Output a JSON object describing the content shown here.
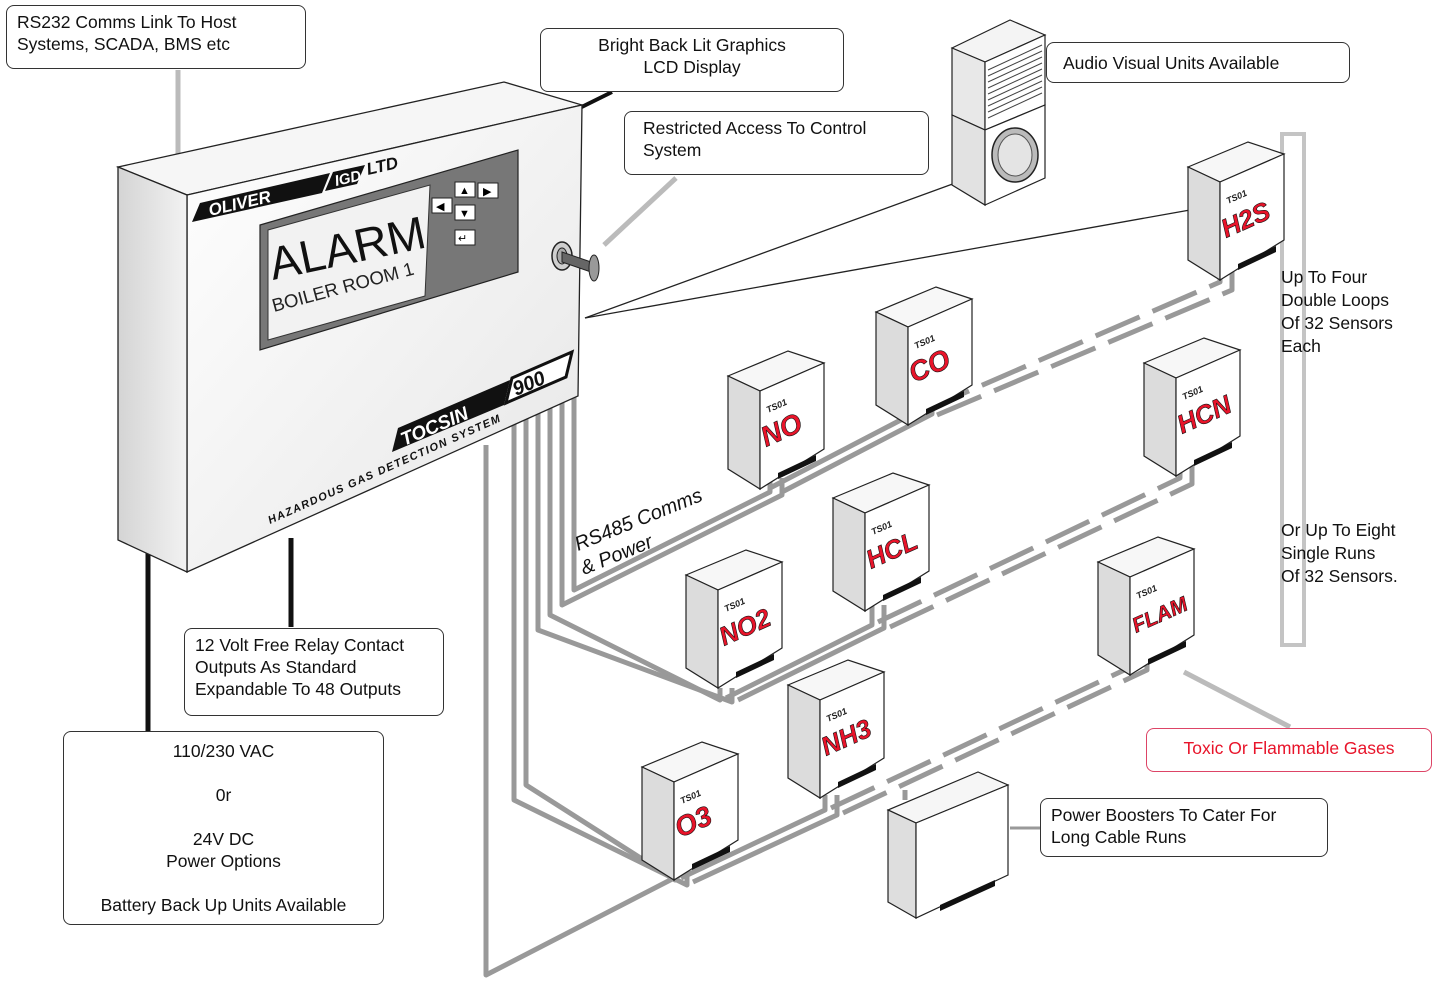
{
  "callouts": {
    "rs232": "RS232 Comms Link To Host\nSystems,    SCADA, BMS etc",
    "lcd": "Bright Back Lit Graphics\nLCD Display",
    "access": "Restricted Access To Control\nSystem",
    "audio": "Audio Visual Units Available",
    "relay": "12 Volt Free Relay Contact\nOutputs As Standard\nExpandable To 48 Outputs",
    "power_options": "110/230 VAC\n\n0r\n\n24V DC\nPower Options\n\nBattery Back Up Units Available",
    "toxic": "Toxic Or Flammable Gases",
    "boosters": "Power Boosters To Cater For\nLong Cable Runs"
  },
  "loops_text": {
    "double": "Up To Four\nDouble Loops\nOf 32 Sensors\nEach",
    "single": "Or Up To Eight\nSingle Runs\nOf 32 Sensors."
  },
  "panel": {
    "brand_oliver": "OLIVER",
    "brand_igd": "IGD",
    "brand_ltd": "LTD",
    "lcd_line1": "ALARM",
    "lcd_line2": "BOILER ROOM 1",
    "model_tocsin": "TOCSIN",
    "model_number": "900",
    "subtitle": "HAZARDOUS GAS DETECTION SYSTEM"
  },
  "cable_label": {
    "line1": "RS485 Comms",
    "line2": "& Power"
  },
  "sensor_model": "TS01",
  "sensors": [
    {
      "id": "h2s",
      "gas": "H2S"
    },
    {
      "id": "co",
      "gas": "CO"
    },
    {
      "id": "no",
      "gas": "NO"
    },
    {
      "id": "hcn",
      "gas": "HCN"
    },
    {
      "id": "hcl",
      "gas": "HCL"
    },
    {
      "id": "no2",
      "gas": "NO2"
    },
    {
      "id": "flam",
      "gas": "FLAM"
    },
    {
      "id": "nh3",
      "gas": "NH3"
    },
    {
      "id": "o3",
      "gas": "O3"
    }
  ],
  "colors": {
    "gas_text": "#e8142a",
    "cable": "#999999",
    "outline": "#222222"
  }
}
